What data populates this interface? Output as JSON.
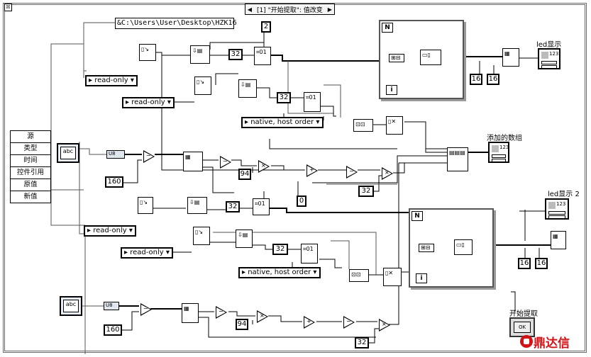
{
  "window": {
    "pin_glyph": "☒"
  },
  "case_selector": {
    "text": "[1] \"开始提取\": 值改变",
    "left_arrow": "◀",
    "right_arrow": "▶"
  },
  "path_constant": "C:\\Users\\User\\Desktop\\HZK16",
  "path_prefix": "&",
  "property_node": {
    "items": [
      "源",
      "类型",
      "时间",
      "控件引用",
      "原值",
      "新值"
    ]
  },
  "constants": {
    "top_2": "2",
    "c32_a": "32",
    "c32_b": "32",
    "c32_c": "32",
    "c32_d": "32",
    "c32_e": "32",
    "c32_f": "32",
    "c160_a": "160",
    "c160_b": "160",
    "c94_a": "94",
    "c94_b": "94",
    "c0": "0",
    "c16_a": "16",
    "c16_b": "16",
    "c16_c": "16",
    "c16_d": "16"
  },
  "enums": {
    "read_only_1": "read-only",
    "read_only_2": "read-only",
    "read_only_3": "read-only",
    "read_only_4": "read-only",
    "native_1": "native, host order",
    "native_2": "native, host order"
  },
  "indicators": {
    "led1": "led显示",
    "added_array": "添加的数组",
    "led2": "led显示 2",
    "start_button": "开始提取"
  },
  "loops": {
    "n_label": "N",
    "i_label": "i"
  },
  "terminals": {
    "abc": "abc",
    "ok": "OK",
    "u8": "U8",
    "i32": "123"
  },
  "logo": {
    "text": "鼎达信"
  },
  "colors": {
    "wire": "#000000",
    "path_wire": "#444444",
    "frame_border": "#6a6a6a",
    "logo_red": "#d31216"
  }
}
